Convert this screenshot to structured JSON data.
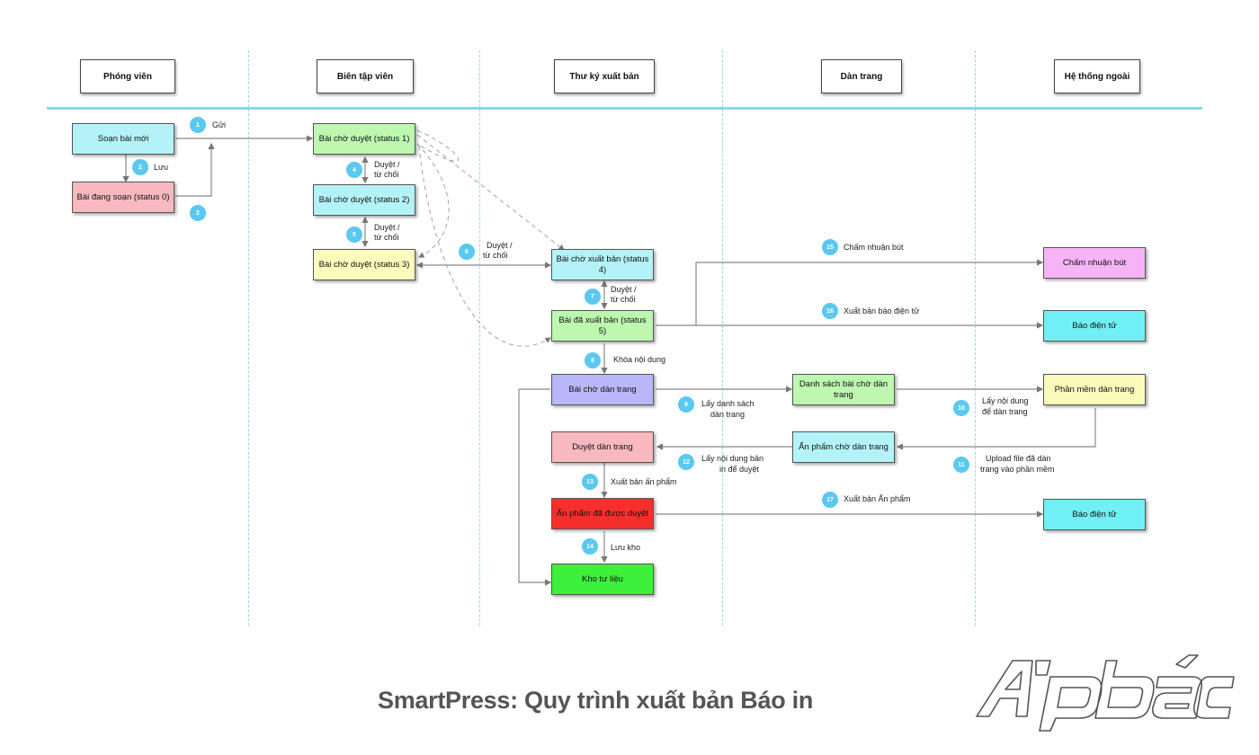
{
  "lanes": [
    "Phóng viên",
    "Biên tập viên",
    "Thư ký xuất bản",
    "Dàn trang",
    "Hệ thống ngoài"
  ],
  "boxes": {
    "soan_bai": "Soạn bài mới",
    "dang_soan": "Bài đang soạn (status 0)",
    "cho_duyet_1": "Bài chờ duyệt (status 1)",
    "cho_duyet_2": "Bài chờ duyệt (status 2)",
    "cho_duyet_3": "Bài chờ duyệt (status 3)",
    "cho_xuat_ban": "Bài chờ xuất bản (status 4)",
    "da_xuat_ban": "Bài đã xuất bản (status 5)",
    "cho_dan_trang": "Bài chờ dàn trang",
    "duyet_dan_trang": "Duyệt dàn trang",
    "an_pham_duyet": "Ấn phẩm đã được duyệt",
    "kho_tu_lieu": "Kho tư liệu",
    "danh_sach": "Danh sách bài chờ dàn trang",
    "an_pham_cho": "Ấn phẩm chờ dàn trang",
    "cham_nhuan_but": "Chấm nhuận bút",
    "bao_dien_tu_1": "Báo điện tử",
    "phan_mem": "Phần mềm dàn trang",
    "bao_dien_tu_2": "Báo điện tử"
  },
  "steps": {
    "s1": {
      "num": "1",
      "label": "Gửi"
    },
    "s2a": {
      "num": "2",
      "label": "Lưu"
    },
    "s2b": {
      "num": "2"
    },
    "s4": {
      "num": "4",
      "label1": "Duyệt /",
      "label2": "từ chối"
    },
    "s5": {
      "num": "5",
      "label1": "Duyệt /",
      "label2": "từ chối"
    },
    "s6": {
      "num": "6",
      "label1": "Duyệt /",
      "label2": "từ chối"
    },
    "s7": {
      "num": "7",
      "label1": "Duyệt /",
      "label2": "từ chối"
    },
    "s8": {
      "num": "8",
      "label": "Khóa nội dung"
    },
    "s9": {
      "num": "9",
      "label1": "Lấy danh sách",
      "label2": "dàn trang"
    },
    "s10": {
      "num": "10",
      "label1": "Lấy nội dung",
      "label2": "để dàn trang"
    },
    "s11": {
      "num": "11",
      "label1": "Upload file đã dàn",
      "label2": "trang vào phần mềm"
    },
    "s12": {
      "num": "12",
      "label1": "Lấy nội dung bản",
      "label2": "in để duyệt"
    },
    "s13": {
      "num": "13",
      "label": "Xuất bản ấn phẩm"
    },
    "s14": {
      "num": "14",
      "label": "Lưu kho"
    },
    "s15": {
      "num": "15",
      "label": "Chấm nhuận bút"
    },
    "s16": {
      "num": "16",
      "label": "Xuất bản báo điện tử"
    },
    "s17": {
      "num": "17",
      "label": "Xuất bản Ấn phẩm"
    }
  },
  "caption": "SmartPress: Quy trình xuất bản Báo in",
  "logo_text": "Ấp bắc",
  "colors": {
    "cyan": "#b3f3f7",
    "pink": "#f7b9bf",
    "green": "#bdf7b0",
    "yellow": "#fbfbbb",
    "lavender": "#b7b7f9",
    "red": "#f5302c",
    "bright_green": "#3cf03c",
    "magenta": "#f6b4f6",
    "aqua": "#70f0f5",
    "badge": "#5ac8f0",
    "lane_line": "#9ad6ee"
  }
}
